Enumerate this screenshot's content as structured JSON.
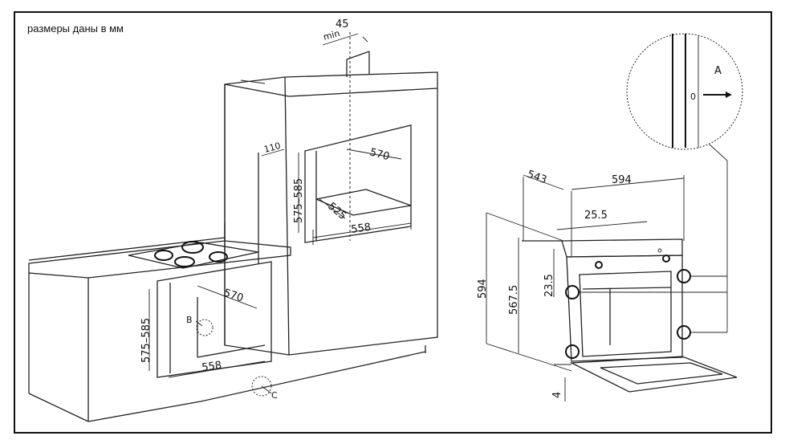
{
  "note": "размеры даны в мм",
  "labels": {
    "min45_value": "45",
    "min45_unit": "min",
    "gap_110": "110",
    "upper_width": "570",
    "upper_height": "575–585",
    "upper_depth": "525",
    "upper_bottom": "558",
    "lower_width": "570",
    "lower_height": "575–585",
    "lower_bottom": "558",
    "point_b": "B",
    "point_c": "C",
    "oven_depth": "543",
    "oven_width": "594",
    "oven_offset": "25.5",
    "oven_height": "594",
    "oven_inner_height": "567.5",
    "oven_top": "23.5",
    "oven_gap": "4",
    "detail_a": "A",
    "detail_zero": "0"
  }
}
